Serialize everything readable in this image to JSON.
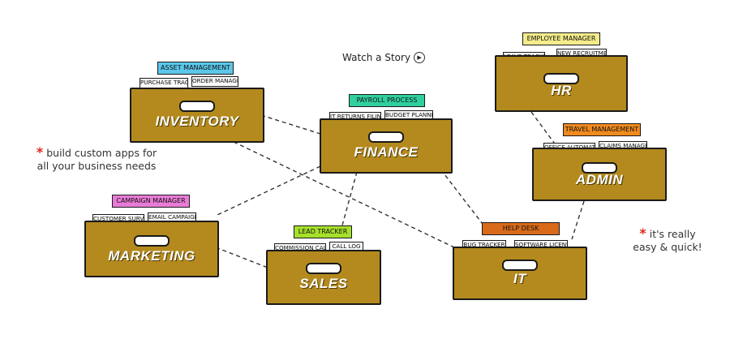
{
  "watch_story": {
    "label": "Watch a Story",
    "icon": "play-circle-icon"
  },
  "notes": {
    "left": {
      "asterisk": "*",
      "line1": "build custom apps for",
      "line2": "all your business needs"
    },
    "right": {
      "asterisk": "*",
      "line1": "it's really",
      "line2": "easy & quick!"
    }
  },
  "colors": {
    "box": "#b48a1e",
    "asset": "#5bc7ea",
    "payroll": "#2fcf9e",
    "employee": "#f3ec8a",
    "travel": "#f08a1e",
    "campaign": "#e97bd6",
    "lead": "#a6e02a",
    "helpdesk": "#d86a1a"
  },
  "boxes": [
    {
      "id": "inventory",
      "label": "INVENTORY",
      "main_card": "Asset Management",
      "sub_cards": [
        "Purchase Tracker",
        "Order Manager"
      ]
    },
    {
      "id": "finance",
      "label": "FINANCE",
      "main_card": "Payroll Process",
      "sub_cards": [
        "IT Returns Filing",
        "Budget Planner"
      ]
    },
    {
      "id": "hr",
      "label": "HR",
      "main_card": "Employee Manager",
      "sub_cards": [
        "Leave Tracker",
        "New Recruitment"
      ]
    },
    {
      "id": "admin",
      "label": "ADMIN",
      "main_card": "Travel Management",
      "sub_cards": [
        "Office Automation",
        "Claims Manager"
      ]
    },
    {
      "id": "marketing",
      "label": "MARKETING",
      "main_card": "Campaign Manager",
      "sub_cards": [
        "Customer Survey",
        "Email Campaign"
      ]
    },
    {
      "id": "sales",
      "label": "SALES",
      "main_card": "Lead Tracker",
      "sub_cards": [
        "Commission Calc",
        "Call Log"
      ]
    },
    {
      "id": "it",
      "label": "IT",
      "main_card": "Help Desk",
      "sub_cards": [
        "Bug Tracker",
        "Software License"
      ]
    }
  ]
}
